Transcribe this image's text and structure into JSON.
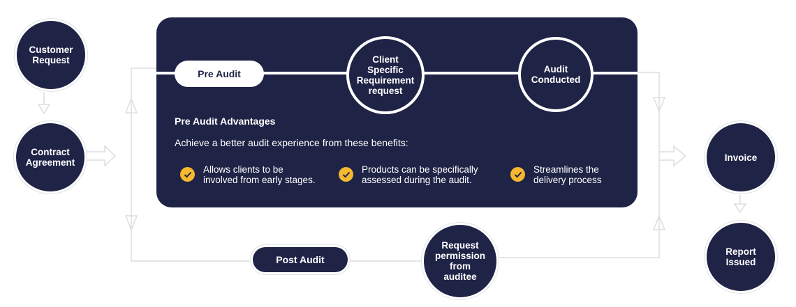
{
  "nodes": {
    "customer_request": "Customer\nRequest",
    "contract_agreement": "Contract\nAgreement",
    "client_specific": "Client\nSpecific\nRequirement\nrequest",
    "audit_conducted": "Audit\nConducted",
    "request_permission": "Request\npermission\nfrom\nauditee",
    "invoice": "Invoice",
    "report_issued": "Report\nIssued"
  },
  "pills": {
    "pre_audit": "Pre Audit",
    "post_audit": "Post Audit"
  },
  "advantages": {
    "title": "Pre Audit Advantages",
    "subtitle": "Achieve a better audit experience from these benefits:",
    "items": [
      "Allows clients to be\ninvolved from early stages.",
      "Products can be specifically\nassessed during the audit.",
      "Streamlines the\ndelivery process"
    ]
  },
  "colors": {
    "navy": "#1f2346",
    "check_yellow": "#f5b82e",
    "connector_gray": "#e2e3e8"
  }
}
